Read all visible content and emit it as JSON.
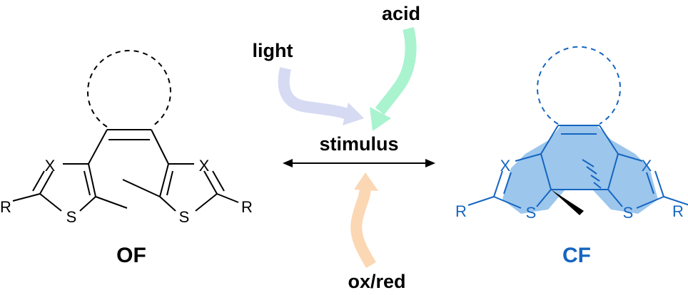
{
  "stimuli": {
    "center": "stimulus",
    "light": "light",
    "acid": "acid",
    "oxred": "ox/red"
  },
  "of": {
    "label": "OF",
    "x_left": "X",
    "x_right": "X",
    "s_left": "S",
    "s_right": "S",
    "r_left": "R",
    "r_right": "R"
  },
  "cf": {
    "label": "CF",
    "x_left": "X",
    "x_right": "X",
    "s_left": "S",
    "s_right": "S",
    "r_left": "R",
    "r_right": "R"
  },
  "colors": {
    "cf_fill": "#9cc6ec",
    "cf_stroke": "#1565c0",
    "light_arrow": "#d6daf3",
    "acid_arrow": "#a9f3cf",
    "oxred_arrow": "#fbd7b4",
    "ink": "#000000"
  }
}
